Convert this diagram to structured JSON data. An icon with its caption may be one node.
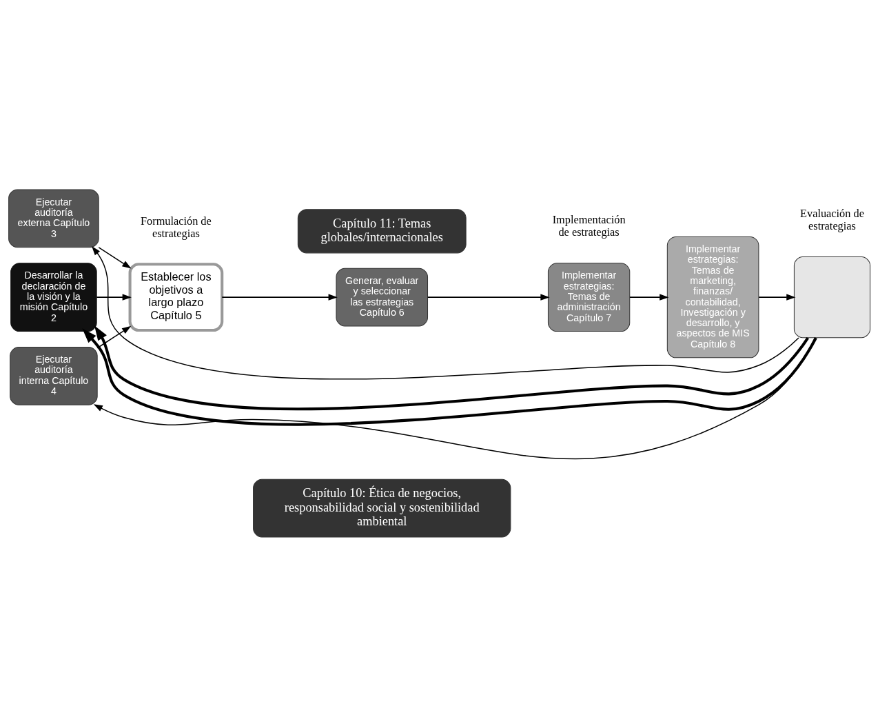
{
  "diagram": {
    "nodes": [
      {
        "text": [
          "Capítulo 10: Ética de negocios, responsabilidad social y sostenibilidad ambiental"
        ]
      },
      {
        "text": [
          "Ejecutar auditoría externa Capítulo 3"
        ]
      },
      {
        "text": [
          "Desarrollar la declaración de la visión y la misión Capítulo 2"
        ]
      },
      {
        "text": [
          "Establecer los objetivos a largo plazo Capítulo 5"
        ]
      },
      {
        "text": [
          "Generar, evaluar y seleccionar las estrategias Capítulo 6"
        ]
      },
      {
        "text": [
          "Implementar estrategias: Temas de administración Capítulo 7"
        ]
      },
      {
        "text": [
          "Implementar estrategias: Temas de marketing, finanzas/ contabilidad, Investigación y desarrollo, y aspectos de MIS Capítulo 8"
        ]
      },
      {
        "text": [],
        "shape": "box"
      },
      {
        "text": [
          "Ejecutar auditoría interna Capítulo 4"
        ]
      },
      {
        "text": [
          "Capítulo 11: Temas globales/internacionales"
        ]
      }
    ],
    "edges": [
      {
        "from": 2,
        "to": 3,
        "arrow": "to"
      },
      {
        "from": 1,
        "to": 3,
        "arrow": "to"
      },
      {
        "from": 8,
        "to": 3,
        "arrow": "to"
      },
      {
        "from": 3,
        "to": 4,
        "arrow": "to"
      },
      {
        "from": 4,
        "to": 5,
        "arrow": "to"
      },
      {
        "from": 5,
        "to": 6,
        "arrow": "to"
      },
      {
        "from": 6,
        "to": 7,
        "arrow": "to"
      },
      {
        "from": 7,
        "to": 2,
        "arrow": "to",
        "style": "thick"
      },
      {
        "from": 7,
        "to": 2,
        "arrow": "to",
        "style": "thick"
      },
      {
        "from": 7,
        "to": 1,
        "arrow": "to"
      },
      {
        "from": 7,
        "to": 8,
        "arrow": "to"
      }
    ],
    "labels": [
      "Formulación de estrategias",
      "Implementación de estrategias",
      "Evaluación de estrategias"
    ]
  }
}
